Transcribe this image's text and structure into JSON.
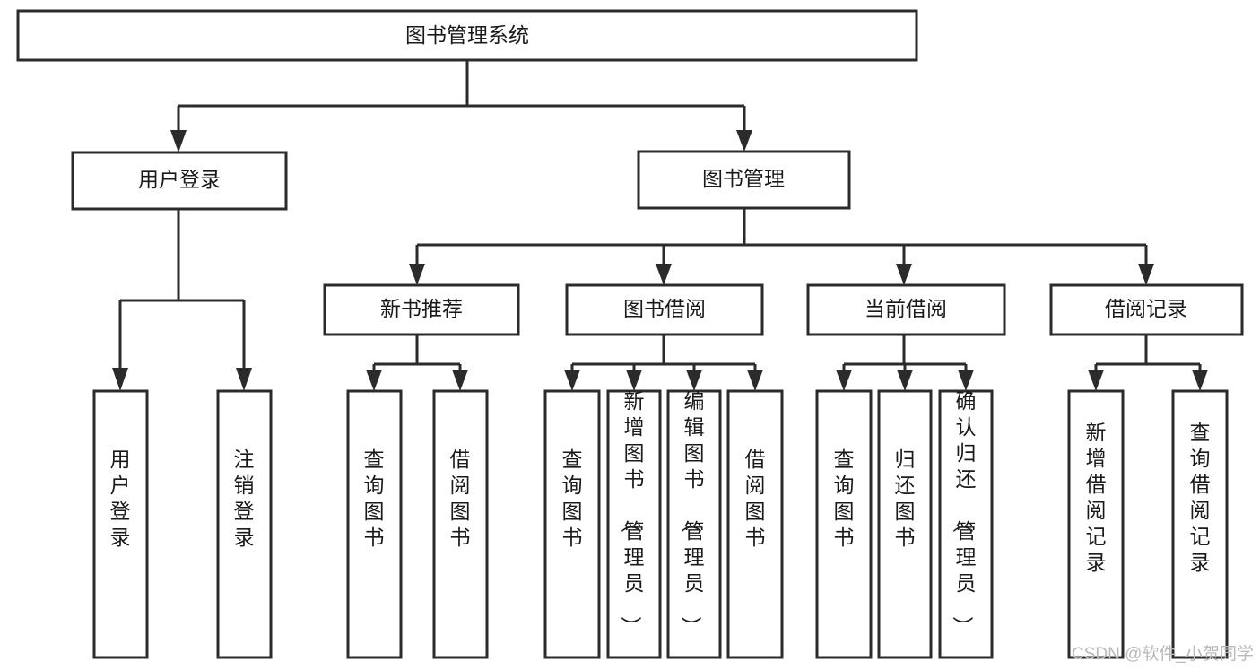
{
  "diagram": {
    "type": "tree-hierarchy",
    "title": "图书管理系统",
    "watermark": "CSDN @软件_小贺同学",
    "colors": {
      "stroke": "#2b2b2b",
      "fill": "#ffffff",
      "text": "#1a1a1a",
      "watermark": "#b9b9b9",
      "background": "#ffffff"
    },
    "root": {
      "label": "图书管理系统"
    },
    "level1": [
      {
        "id": "user-login",
        "label": "用户登录"
      },
      {
        "id": "book-management",
        "label": "图书管理"
      }
    ],
    "level2": [
      {
        "id": "new-book-recommend",
        "label": "新书推荐",
        "parent": "book-management"
      },
      {
        "id": "book-borrow",
        "label": "图书借阅",
        "parent": "book-management"
      },
      {
        "id": "current-borrow",
        "label": "当前借阅",
        "parent": "book-management"
      },
      {
        "id": "borrow-record",
        "label": "借阅记录",
        "parent": "book-management"
      }
    ],
    "leaves": {
      "user-login": [
        {
          "id": "leaf-user-login",
          "label": "用户登录"
        },
        {
          "id": "leaf-user-logout",
          "label": "注销登录"
        }
      ],
      "new-book-recommend": [
        {
          "id": "leaf-query-book-1",
          "label": "查询图书"
        },
        {
          "id": "leaf-borrow-book-1",
          "label": "借阅图书"
        }
      ],
      "book-borrow": [
        {
          "id": "leaf-query-book-2",
          "label": "查询图书"
        },
        {
          "id": "leaf-add-book",
          "label": "新增图书（管理员）"
        },
        {
          "id": "leaf-edit-book",
          "label": "编辑图书（管理员）"
        },
        {
          "id": "leaf-borrow-book-2",
          "label": "借阅图书"
        }
      ],
      "current-borrow": [
        {
          "id": "leaf-query-book-3",
          "label": "查询图书"
        },
        {
          "id": "leaf-return-book",
          "label": "归还图书"
        },
        {
          "id": "leaf-confirm-return",
          "label": "确认归还（管理员）"
        }
      ],
      "borrow-record": [
        {
          "id": "leaf-add-record",
          "label": "新增借阅记录"
        },
        {
          "id": "leaf-query-record",
          "label": "查询借阅记录"
        }
      ]
    }
  }
}
